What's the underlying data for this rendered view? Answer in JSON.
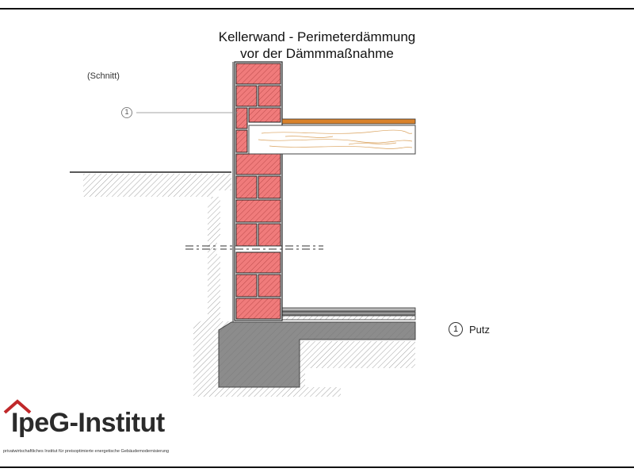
{
  "title": {
    "line1": "Kellerwand - Perimeterdämmung",
    "line2": "vor der Dämmmaßnahme"
  },
  "section_label": "(Schnitt)",
  "callout": {
    "number": "1"
  },
  "legend": [
    {
      "number": "1",
      "label": "Putz"
    }
  ],
  "logo": {
    "name": "IpeG-Institut",
    "subtitle": "privatwirtschaftliches Institut für preisoptimierte energetische Gebäudemodernisierung",
    "roof_color": "#c0282a"
  },
  "colors": {
    "brick": "#f07b7b",
    "floor_board": "#d9822b",
    "concrete": "#8c8c8c",
    "earth_hatch": "#888888"
  }
}
